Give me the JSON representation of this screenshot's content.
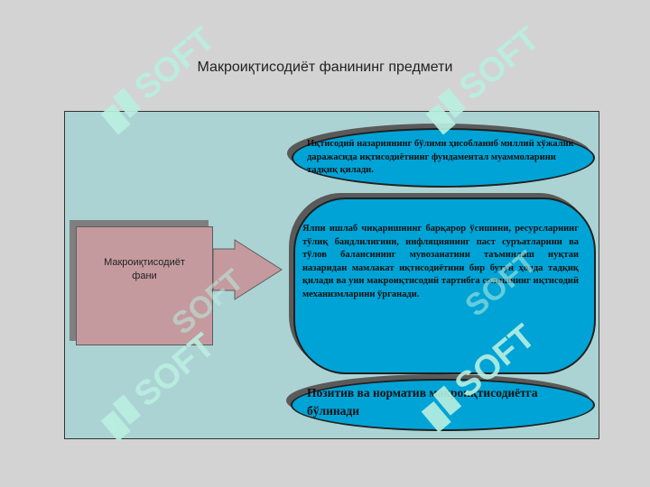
{
  "slide": {
    "title": "Макроиқтисодиёт фанининг предмети",
    "subject_box": "Макроиқтисодиёт\nфани",
    "ovals": [
      "Иқтисодий назариянинг бўлими ҳисобланиб миллий хўжалик даражасида иқтисодиётнинг фундаментал муаммоларини тадқиқ қилади.",
      "Ялпи ишлаб чиқаришнинг барқарор ўсишини, ресурсларнинг тўлиқ бандлилигини, инфляциянинг паст суръатларини ва тўлов балансининг мувозанатини таъминлаш нуқтаи назаридан мамлакат иқтисодиётини бир бутун ҳолда тадқиқ қилади ва уни макроиқтисодий тартибга солишнинг иқтисодий механизмларини ўрганади.",
      "Позитив ва норматив макроиқтисодиётга бўлинади"
    ]
  },
  "watermark": {
    "text": "SOFT",
    "color": "#b9efe0"
  },
  "colors": {
    "background": "#d3d3d3",
    "panel": "#acd3d4",
    "oval_fill": "#00a3d6",
    "subject_fill": "#c49a9f"
  }
}
